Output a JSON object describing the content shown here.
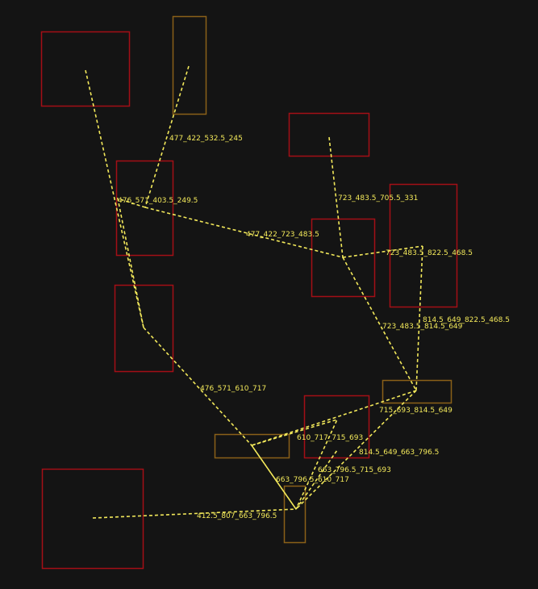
{
  "colors": {
    "background": "#141414",
    "red_box": "#a30f16",
    "brown_box": "#8a6018",
    "edge": "#f2e85a",
    "label": "#f2e85a"
  },
  "boxes": [
    {
      "id": "r1",
      "kind": "red"
    },
    {
      "id": "b1",
      "kind": "brown"
    },
    {
      "id": "r2",
      "kind": "red"
    },
    {
      "id": "r3",
      "kind": "red"
    },
    {
      "id": "r4",
      "kind": "red"
    },
    {
      "id": "r5",
      "kind": "red"
    },
    {
      "id": "r6",
      "kind": "red"
    },
    {
      "id": "r7",
      "kind": "red"
    },
    {
      "id": "b2",
      "kind": "brown"
    },
    {
      "id": "b3",
      "kind": "brown"
    },
    {
      "id": "b4",
      "kind": "brown"
    },
    {
      "id": "r8",
      "kind": "red"
    }
  ],
  "edges": [
    {
      "from": "r1",
      "to": "r4",
      "label": ""
    },
    {
      "from": "b1",
      "to": "r2",
      "label": "477_422_532.5_245"
    },
    {
      "from": "r2",
      "to": "r6",
      "label": "476_571_403.5_249.5"
    },
    {
      "from": "r2",
      "to": "r5",
      "label": "477_422_723_483.5"
    },
    {
      "from": "r3",
      "to": "r5",
      "label": "723_483.5_705.5_331"
    },
    {
      "from": "r5",
      "to": "r6",
      "label": "723_483.5_822.5_468.5"
    },
    {
      "from": "r6",
      "to": "b2",
      "label": "814.5_649_822.5_468.5"
    },
    {
      "from": "r5",
      "to": "b2",
      "label": "723_483.5_814.5_649"
    },
    {
      "from": "r4",
      "to": "b4",
      "label": "476_571_610_717"
    },
    {
      "from": "b2",
      "to": "b3",
      "label": "715_693_814.5_649"
    },
    {
      "from": "b3",
      "to": "r7",
      "label": "610_717_715_693"
    },
    {
      "from": "b2",
      "to": "b4",
      "label": "814.5_649_663_796.5"
    },
    {
      "from": "b4",
      "to": "r7",
      "label": "663_796.5_715_693"
    },
    {
      "from": "b3",
      "to": "b4",
      "label": "663_796.5_610_717"
    },
    {
      "from": "r8",
      "to": "b4",
      "label": "412.5_807_663_796.5"
    }
  ]
}
